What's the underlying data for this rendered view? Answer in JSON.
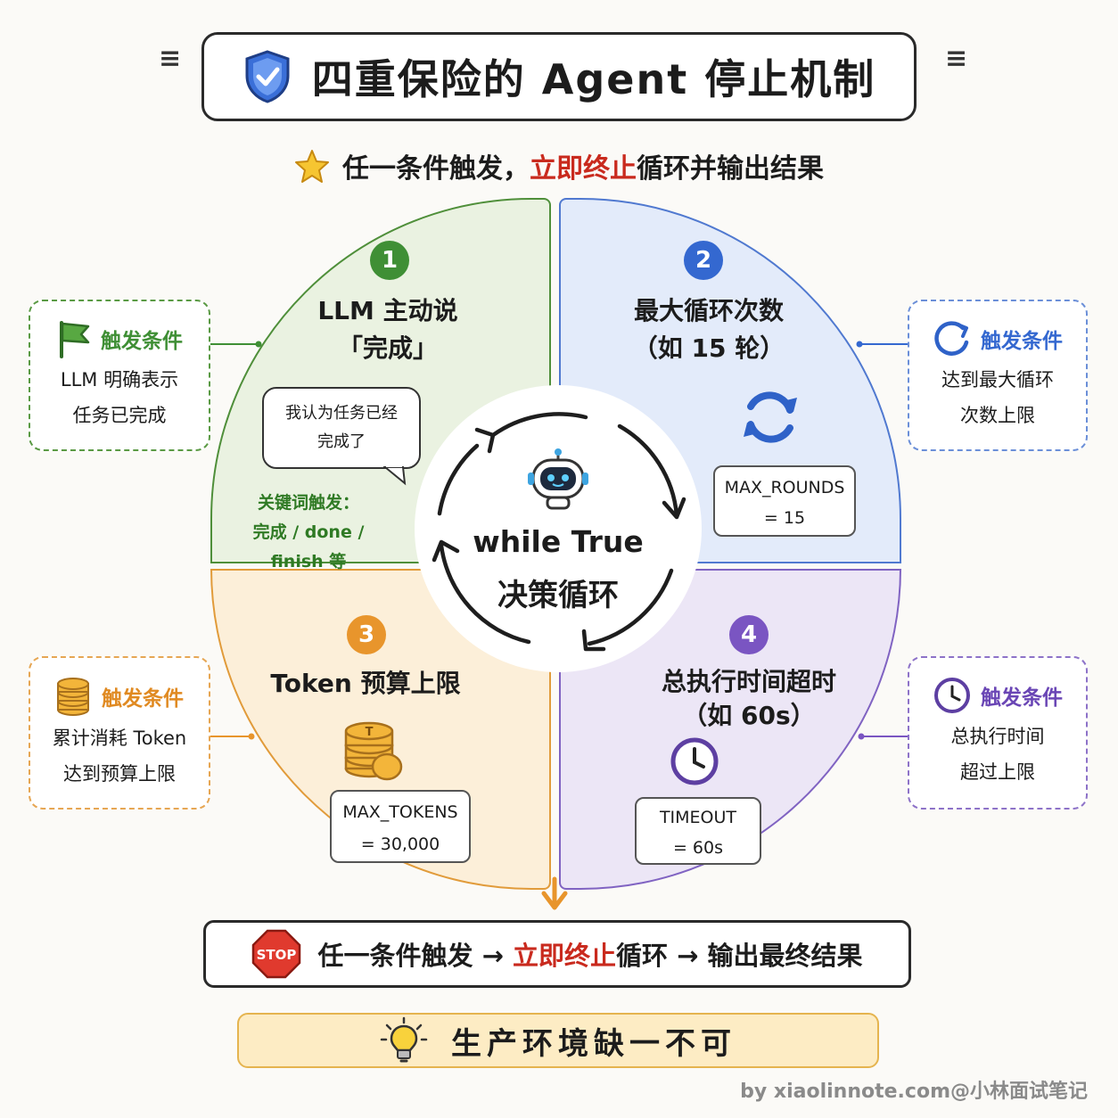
{
  "header": {
    "title": "四重保险的 Agent 停止机制"
  },
  "subtitle": {
    "part1": "任一条件触发，",
    "highlight": "立即终止",
    "part2": "循环并输出结果"
  },
  "quadrants": [
    {
      "number": "1",
      "title_line1": "LLM 主动说",
      "title_line2": "「完成」",
      "bubble_line1": "我认为任务已经",
      "bubble_line2": "完成了",
      "keyword_line1": "关键词触发：",
      "keyword_line2": "完成 / done /",
      "keyword_line3": "finish 等",
      "color": "#3f8f35"
    },
    {
      "number": "2",
      "title_line1": "最大循环次数",
      "title_line2": "（如 15 轮）",
      "code_line1": "MAX_ROUNDS",
      "code_line2": "= 15",
      "color": "#3468d0"
    },
    {
      "number": "3",
      "title_line1": "Token 预算上限",
      "code_line1": "MAX_TOKENS",
      "code_line2": "= 30,000",
      "color": "#e8952c"
    },
    {
      "number": "4",
      "title_line1": "总执行时间超时",
      "title_line2": "（如 60s）",
      "code_line1": "TIMEOUT",
      "code_line2": "= 60s",
      "color": "#7a55c2"
    }
  ],
  "core": {
    "line1": "while True",
    "line2": "决策循环"
  },
  "side_boxes": [
    {
      "heading": "触发条件",
      "line1": "LLM 明确表示",
      "line2": "任务已完成",
      "color": "#3f8f35"
    },
    {
      "heading": "触发条件",
      "line1": "达到最大循环",
      "line2": "次数上限",
      "color": "#3468d0"
    },
    {
      "heading": "触发条件",
      "line1": "累计消耗 Token",
      "line2": "达到预算上限",
      "color": "#e8952c"
    },
    {
      "heading": "触发条件",
      "line1": "总执行时间",
      "line2": "超过上限",
      "color": "#7a55c2"
    }
  ],
  "stop_bar": {
    "stop_sign": "STOP",
    "part1": "任一条件触发 →",
    "highlight": "立即终止",
    "part2": "循环 → 输出最终结果"
  },
  "bottom_note": {
    "text": "生产环境缺一不可"
  },
  "credit": {
    "text": "by xiaolinnote.com@小林面试笔记"
  },
  "icons": [
    "shield-check-icon",
    "star-icon",
    "flag-icon",
    "refresh-icon",
    "coins-icon",
    "clock-icon",
    "robot-icon",
    "stop-sign-icon",
    "lightbulb-icon"
  ]
}
